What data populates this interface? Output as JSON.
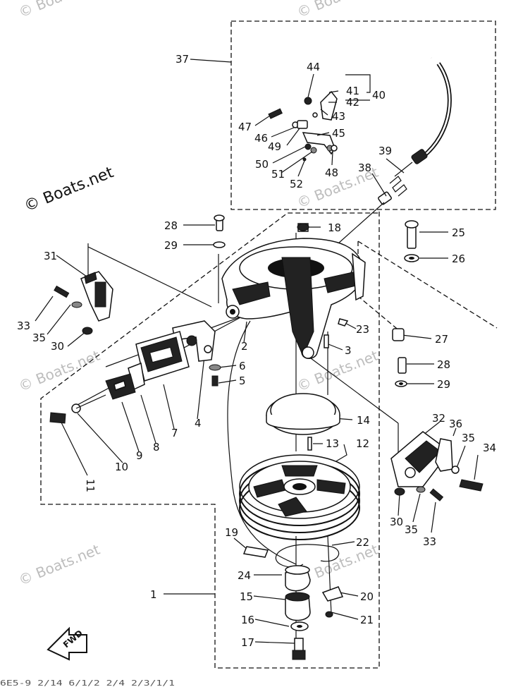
{
  "watermark": "© Boats.net",
  "fwd_badge": "FWD",
  "footer_text": "6E5-9 2/14 6/1/2 2/4 2/3/1/1",
  "callouts": [
    {
      "key": "37",
      "label": "37"
    },
    {
      "key": "44",
      "label": "44"
    },
    {
      "key": "41",
      "label": "41"
    },
    {
      "key": "40",
      "label": "40"
    },
    {
      "key": "42",
      "label": "42"
    },
    {
      "key": "43",
      "label": "43"
    },
    {
      "key": "47",
      "label": "47"
    },
    {
      "key": "46",
      "label": "46"
    },
    {
      "key": "49",
      "label": "49"
    },
    {
      "key": "45",
      "label": "45"
    },
    {
      "key": "50",
      "label": "50"
    },
    {
      "key": "51",
      "label": "51"
    },
    {
      "key": "48",
      "label": "48"
    },
    {
      "key": "52",
      "label": "52"
    },
    {
      "key": "39",
      "label": "39"
    },
    {
      "key": "38",
      "label": "38"
    },
    {
      "key": "28a",
      "label": "28"
    },
    {
      "key": "18",
      "label": "18"
    },
    {
      "key": "25",
      "label": "25"
    },
    {
      "key": "29a",
      "label": "29"
    },
    {
      "key": "26",
      "label": "26"
    },
    {
      "key": "31",
      "label": "31"
    },
    {
      "key": "33a",
      "label": "33"
    },
    {
      "key": "35a",
      "label": "35"
    },
    {
      "key": "30a",
      "label": "30"
    },
    {
      "key": "23",
      "label": "23"
    },
    {
      "key": "27",
      "label": "27"
    },
    {
      "key": "2",
      "label": "2"
    },
    {
      "key": "3",
      "label": "3"
    },
    {
      "key": "28b",
      "label": "28"
    },
    {
      "key": "6",
      "label": "6"
    },
    {
      "key": "5",
      "label": "5"
    },
    {
      "key": "29b",
      "label": "29"
    },
    {
      "key": "4",
      "label": "4"
    },
    {
      "key": "7",
      "label": "7"
    },
    {
      "key": "8",
      "label": "8"
    },
    {
      "key": "9",
      "label": "9"
    },
    {
      "key": "10",
      "label": "10"
    },
    {
      "key": "11",
      "label": "11"
    },
    {
      "key": "14",
      "label": "14"
    },
    {
      "key": "13",
      "label": "13"
    },
    {
      "key": "12",
      "label": "12"
    },
    {
      "key": "32",
      "label": "32"
    },
    {
      "key": "36",
      "label": "36"
    },
    {
      "key": "35b",
      "label": "35"
    },
    {
      "key": "34",
      "label": "34"
    },
    {
      "key": "30b",
      "label": "30"
    },
    {
      "key": "35c",
      "label": "35"
    },
    {
      "key": "33b",
      "label": "33"
    },
    {
      "key": "19",
      "label": "19"
    },
    {
      "key": "22",
      "label": "22"
    },
    {
      "key": "24",
      "label": "24"
    },
    {
      "key": "1",
      "label": "1"
    },
    {
      "key": "15",
      "label": "15"
    },
    {
      "key": "20",
      "label": "20"
    },
    {
      "key": "16",
      "label": "16"
    },
    {
      "key": "21",
      "label": "21"
    },
    {
      "key": "17",
      "label": "17"
    }
  ]
}
